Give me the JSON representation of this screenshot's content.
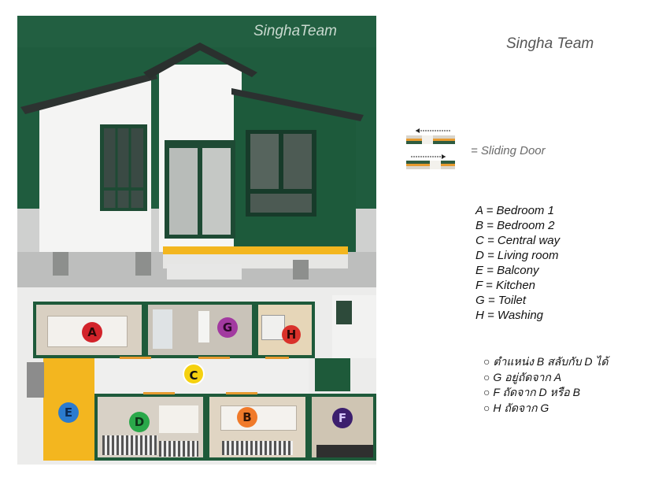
{
  "watermark": "SinghaTeam",
  "title": "Singha Team",
  "sliding_door_label": "= Sliding Door",
  "room_labels": [
    "A",
    "B",
    "C",
    "D",
    "E",
    "F",
    "G",
    "H"
  ],
  "legend": [
    "A = Bedroom 1",
    "B = Bedroom 2",
    "C = Central way",
    "D = Living room",
    "E = Balcony",
    "F = Kitchen",
    "G = Toilet",
    "H = Washing"
  ],
  "notes": [
    "ตำแหน่ง B สลับกับ D ได้",
    "G อยู่ถัดจาก A",
    "F ถัดจาก D หรือ B",
    "H ถัดจาก G"
  ],
  "colors": {
    "house_green": "#1f5c3e",
    "plan_green": "#1e5a3a",
    "balcony_yellow": "#f3b61f",
    "A": "#d2232a",
    "B": "#f07a2a",
    "C": "#f5d10f",
    "D": "#2aa84a",
    "E": "#2b7bcf",
    "F": "#3c1f6e",
    "G": "#a23aa0",
    "H": "#d9312a"
  }
}
